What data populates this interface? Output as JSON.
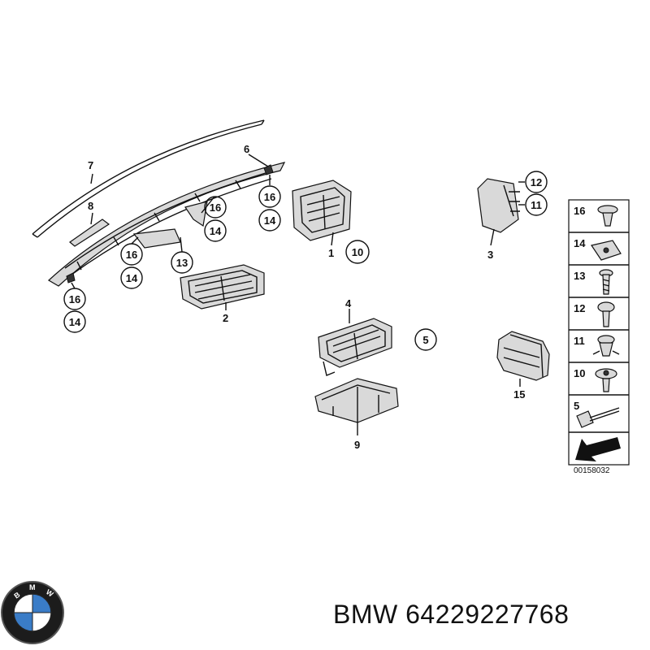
{
  "diagram": {
    "labels": {
      "p1": "1",
      "p2": "2",
      "p3": "3",
      "p4": "4",
      "p6": "6",
      "p7": "7",
      "p8": "8",
      "p9": "9",
      "p13": "13",
      "p15": "15",
      "c5": "5",
      "c10": "10",
      "c11": "11",
      "c12": "12",
      "c14a": "14",
      "c14b": "14",
      "c14c": "14",
      "c14d": "14",
      "c16a": "16",
      "c16b": "16",
      "c16c": "16",
      "c16d": "16"
    },
    "legend": [
      "16",
      "14",
      "13",
      "12",
      "11",
      "10",
      "5"
    ],
    "drawing_code": "00158032"
  },
  "footer": {
    "brand": "BMW",
    "part_number": "64229227768",
    "logo_text": "BMW"
  }
}
